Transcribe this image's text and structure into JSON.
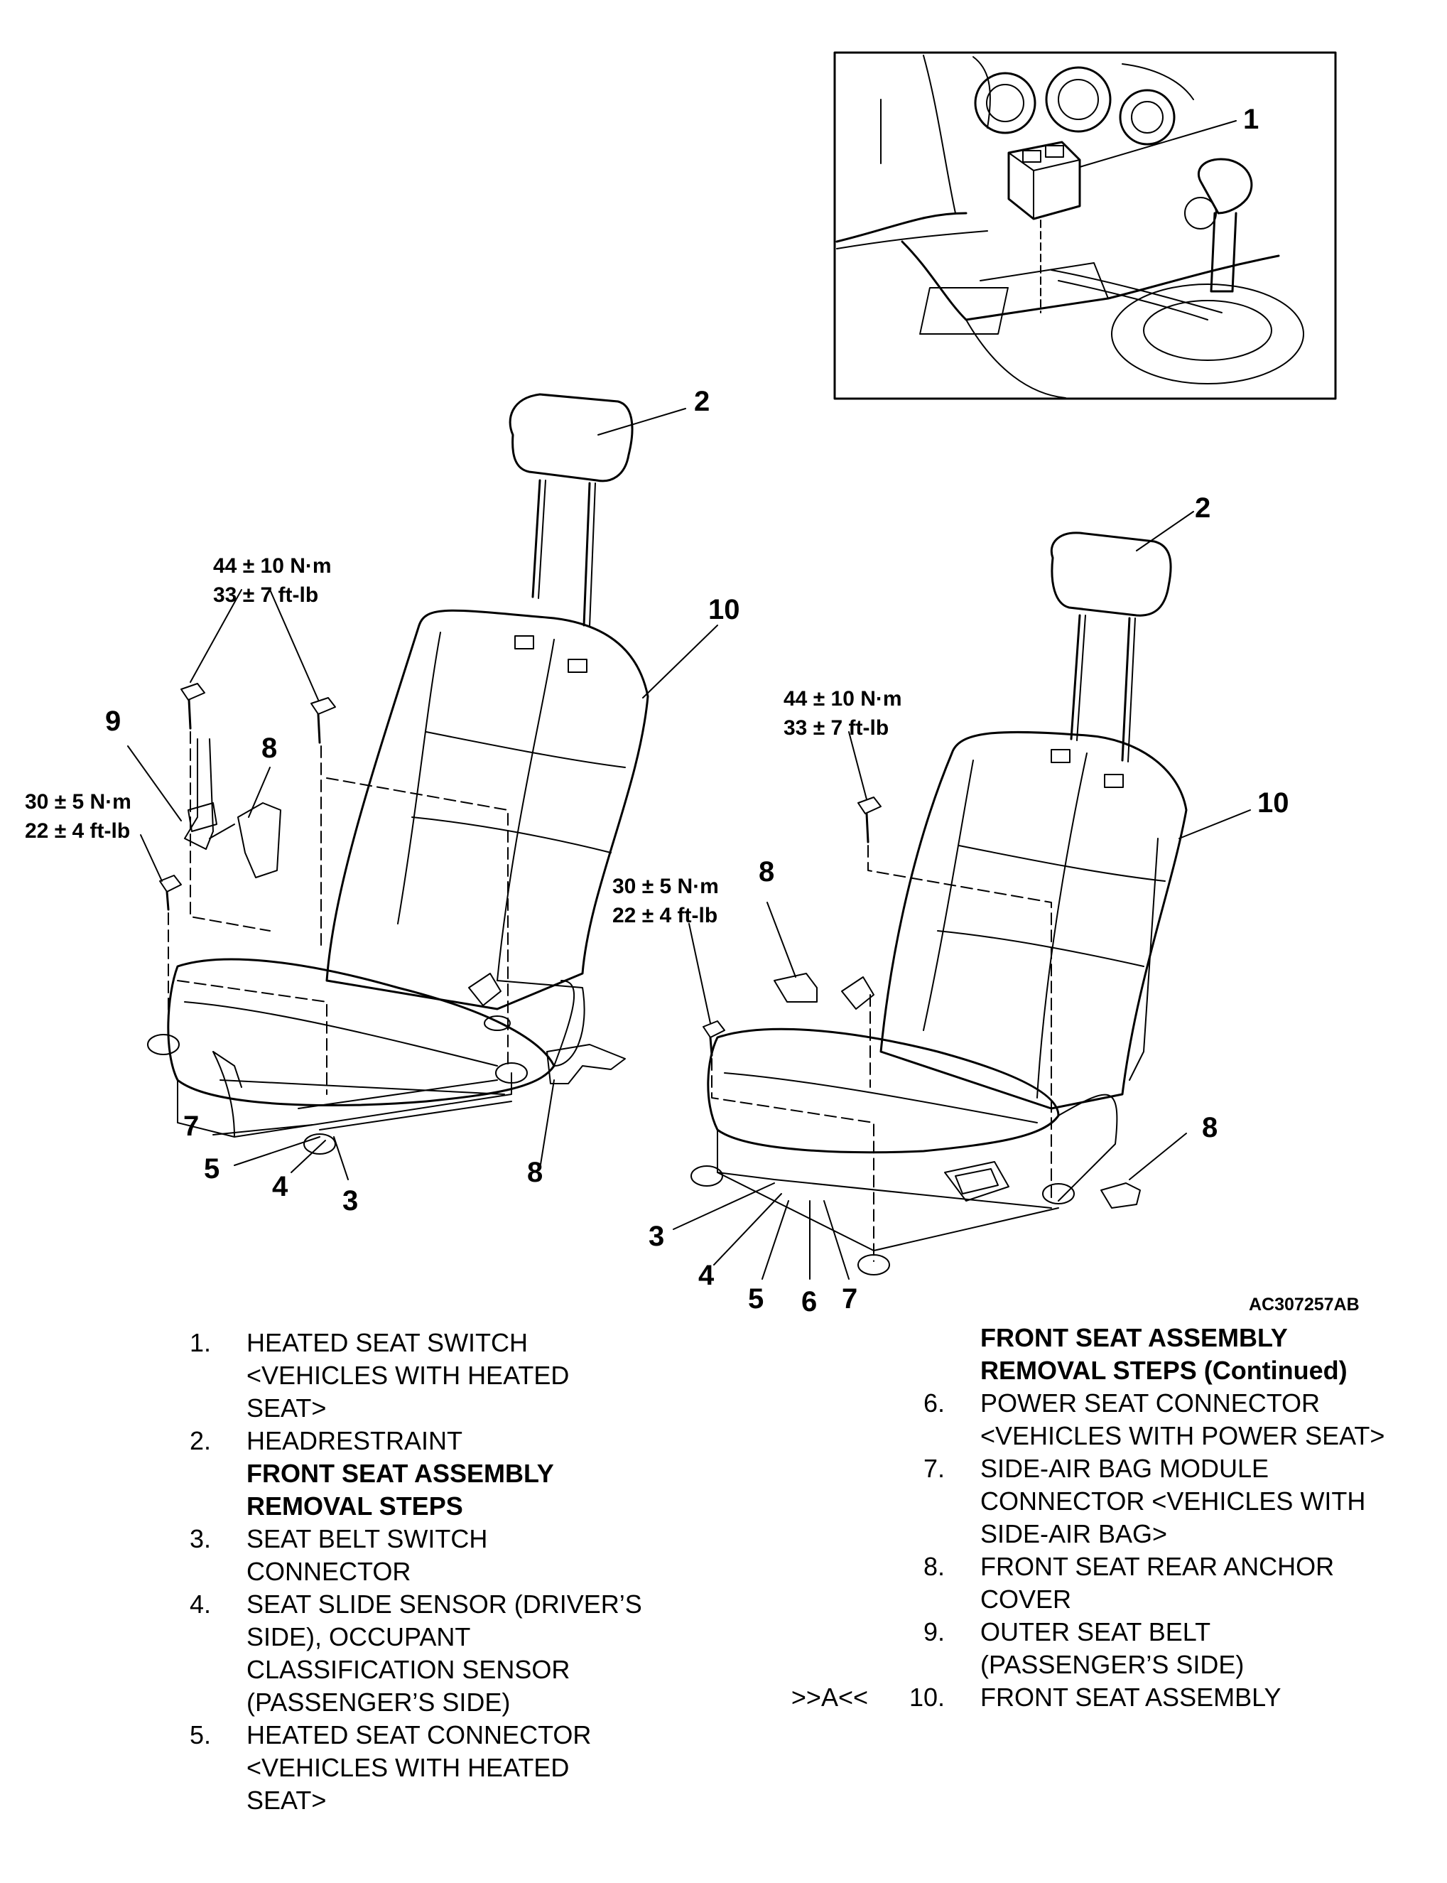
{
  "diagram": {
    "figure_id": "AC307257AB",
    "callouts": {
      "inset_1": "1",
      "left_2": "2",
      "left_10": "10",
      "left_9": "9",
      "left_8a": "8",
      "left_8b": "8",
      "left_7": "7",
      "left_5": "5",
      "left_4": "4",
      "left_3": "3",
      "right_2": "2",
      "right_10": "10",
      "right_8a": "8",
      "right_8b": "8",
      "right_3": "3",
      "right_4": "4",
      "right_5": "5",
      "right_6": "6",
      "right_7": "7"
    },
    "torque": {
      "left_top": {
        "metric": "44 ± 10 N·m",
        "imperial": "33 ± 7 ft-lb"
      },
      "left_side": {
        "metric": "30 ± 5 N·m",
        "imperial": "22 ± 4 ft-lb"
      },
      "right_top": {
        "metric": "44 ± 10 N·m",
        "imperial": "33 ± 7 ft-lb"
      },
      "right_side": {
        "metric": "30 ± 5 N·m",
        "imperial": "22 ± 4 ft-lb"
      }
    }
  },
  "legend": {
    "left": [
      {
        "num": "1.",
        "lines": [
          "HEATED SEAT SWITCH",
          "<VEHICLES WITH HEATED",
          "SEAT>"
        ]
      },
      {
        "num": "2.",
        "lines": [
          "HEADRESTRAINT"
        ]
      },
      {
        "heading": [
          "FRONT SEAT ASSEMBLY",
          "REMOVAL STEPS"
        ]
      },
      {
        "num": "3.",
        "lines": [
          "SEAT BELT SWITCH",
          "CONNECTOR"
        ]
      },
      {
        "num": "4.",
        "lines": [
          "SEAT SLIDE SENSOR (DRIVER’S",
          "SIDE), OCCUPANT",
          "CLASSIFICATION SENSOR",
          "(PASSENGER’S SIDE)"
        ]
      },
      {
        "num": "5.",
        "lines": [
          "HEATED SEAT CONNECTOR",
          "<VEHICLES WITH HEATED",
          "SEAT>"
        ]
      }
    ],
    "right": [
      {
        "heading": [
          "FRONT SEAT ASSEMBLY",
          "REMOVAL STEPS (Continued)"
        ]
      },
      {
        "num": "6.",
        "lines": [
          "POWER SEAT CONNECTOR",
          "<VEHICLES WITH POWER SEAT>"
        ]
      },
      {
        "num": "7.",
        "lines": [
          "SIDE-AIR BAG MODULE",
          "CONNECTOR <VEHICLES WITH",
          "SIDE-AIR BAG>"
        ]
      },
      {
        "num": "8.",
        "lines": [
          "FRONT SEAT REAR ANCHOR",
          "COVER"
        ]
      },
      {
        "num": "9.",
        "lines": [
          "OUTER SEAT BELT",
          "(PASSENGER’S SIDE)"
        ]
      },
      {
        "num": "10.",
        "ref": ">>A<<",
        "lines": [
          "FRONT SEAT ASSEMBLY"
        ]
      }
    ]
  }
}
